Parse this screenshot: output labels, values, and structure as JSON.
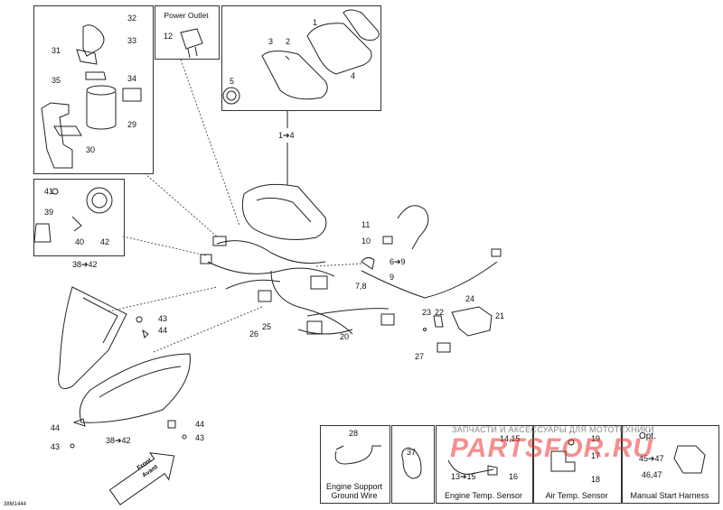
{
  "boxes": {
    "power_outlet_title": "Power Outlet",
    "engine_support_caption": "Engine Support\nGround Wire",
    "engine_temp_caption": "Engine Temp. Sensor",
    "air_temp_caption": "Air Temp. Sensor",
    "manual_start_caption": "Manual Start Harness",
    "opt_label": "Opt."
  },
  "callouts": {
    "c32": "32",
    "c33": "33",
    "c31": "31",
    "c35": "35",
    "c34": "34",
    "c29": "29",
    "c30": "30",
    "c12": "12",
    "c3": "3",
    "c2": "2",
    "c1": "1",
    "c4": "4",
    "c5": "5",
    "c1to4": "1➔4",
    "c41": "41",
    "c39": "39",
    "c40": "40",
    "c42": "42",
    "c38to42a": "38➔42",
    "c11": "11",
    "c10": "10",
    "c6to9": "6➔9",
    "c78": "7,8",
    "c9": "9",
    "c24": "24",
    "c21": "21",
    "c23": "23",
    "c22": "22",
    "c27": "27",
    "c20": "20",
    "c25": "25",
    "c26": "26",
    "c43a": "43",
    "c44a": "44",
    "c44b": "44",
    "c44c": "44",
    "c43b": "43",
    "c43c": "43",
    "c38to42b": "38➔42",
    "c28": "28",
    "c37": "37",
    "c1415": "14,15",
    "c13to15": "13➔15",
    "c16": "16",
    "c19": "19",
    "c17": "17",
    "c18": "18",
    "c4547": "45➔47",
    "c4647": "46,47"
  },
  "front_label": "Front\nAvant",
  "watermark_top": "ЗАПЧАСТИ И АКСЕССУАРЫ ДЛЯ МОТОТЕХНИКИ",
  "watermark_main": "PARTSFOR.RU",
  "doc_id": "38M1444"
}
